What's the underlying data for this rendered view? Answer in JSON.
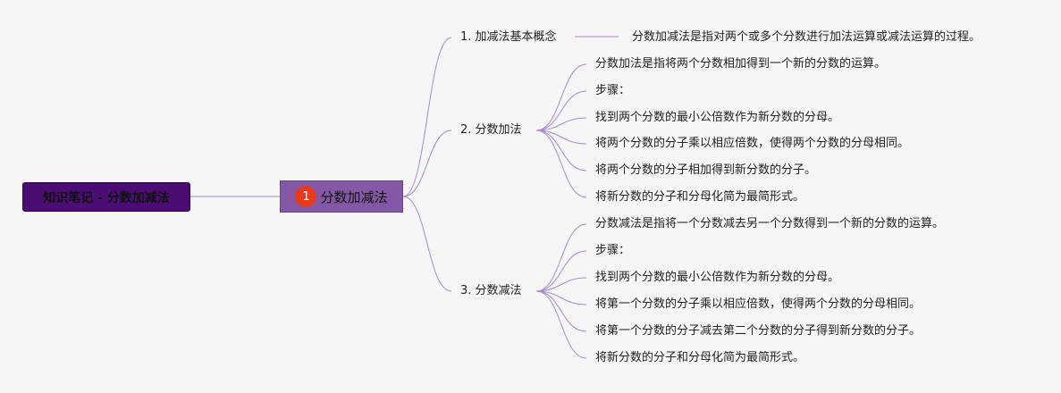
{
  "root": {
    "label": "知识笔记 - 分数加减法"
  },
  "center": {
    "badge": "1",
    "label": "分数加减法"
  },
  "branches": [
    {
      "label": "1. 加减法基本概念",
      "children": [
        "分数加减法是指对两个或多个分数进行加法运算或减法运算的过程。"
      ]
    },
    {
      "label": "2. 分数加法",
      "children": [
        "分数加法是指将两个分数相加得到一个新的分数的运算。",
        "步骤：",
        "找到两个分数的最小公倍数作为新分数的分母。",
        "将两个分数的分子乘以相应倍数，使得两个分数的分母相同。",
        "将两个分数的分子相加得到新分数的分子。",
        "将新分数的分子和分母化简为最简形式。"
      ]
    },
    {
      "label": "3. 分数减法",
      "children": [
        "分数减法是指将一个分数减去另一个分数得到一个新的分数的运算。",
        "步骤：",
        "找到两个分数的最小公倍数作为新分数的分母。",
        "将第一个分数的分子乘以相应倍数，使得两个分数的分母相同。",
        "将第一个分数的分子减去第二个分数的分子得到新分数的分子。",
        "将新分数的分子和分母化简为最简形式。"
      ]
    }
  ],
  "colors": {
    "link": "#a48cc9",
    "root": "#4b0d74",
    "center": "#8558a6",
    "badge": "#e53b1f"
  }
}
